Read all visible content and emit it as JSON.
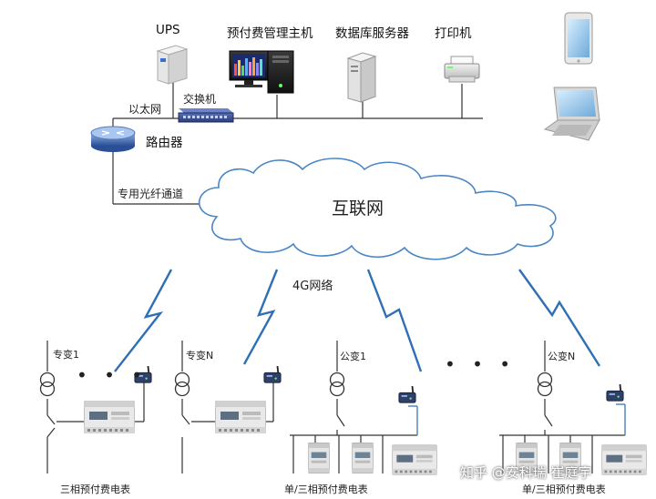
{
  "labels": {
    "ups": "UPS",
    "prepay_host": "预付费管理主机",
    "db_server": "数据库服务器",
    "printer": "打印机",
    "ethernet": "以太网",
    "switch": "交换机",
    "router": "路由器",
    "fiber": "专用光纤通道",
    "internet": "互联网",
    "network_4g": "4G网络",
    "site1": "专变1",
    "siteN": "专变N",
    "public1": "公变1",
    "publicN": "公变N",
    "caption_left": "三相预付费电表",
    "caption_mid": "单/三相预付费电表",
    "caption_right": "单/三相预付费电表",
    "ellipsis": "• • •",
    "watermark": "知乎 @安科瑞 崔庭宇"
  },
  "colors": {
    "line": "#333333",
    "wireless": "#2e6fb5",
    "meter_line": "#4a7fb8",
    "cloud_stroke": "#4a86c5"
  }
}
